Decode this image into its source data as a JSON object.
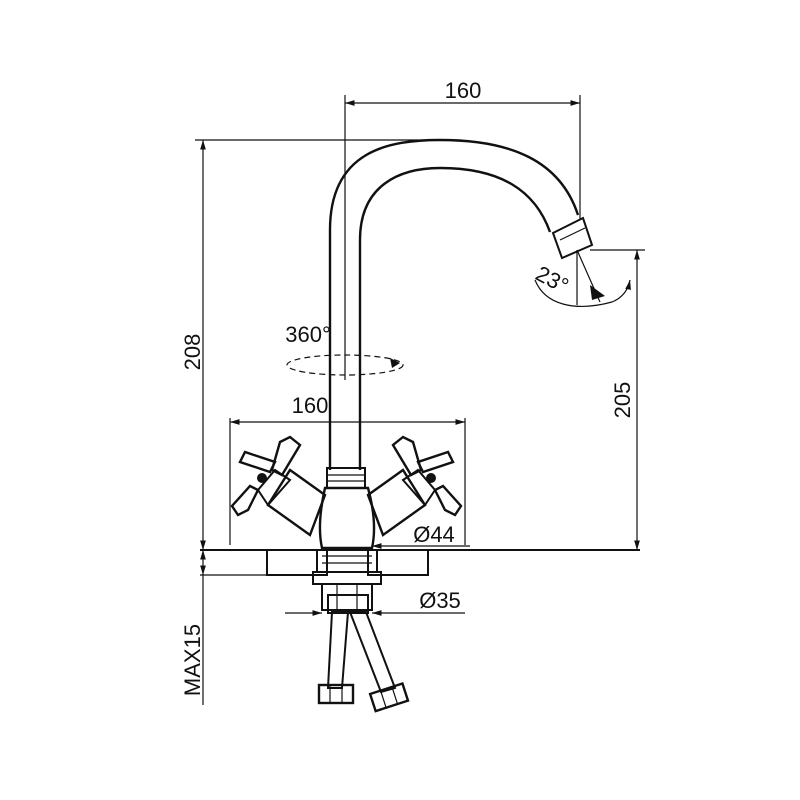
{
  "drawing": {
    "dimensions": {
      "spout_reach": "160",
      "total_height": "208",
      "outlet_height": "205",
      "swivel_angle": "360°",
      "outlet_angle": "23°",
      "handle_spacing": "160",
      "base_diameter": "Ø44",
      "mount_diameter": "Ø35",
      "max_countertop": "MAX15"
    },
    "colors": {
      "line": "#111111",
      "background": "#ffffff"
    }
  }
}
